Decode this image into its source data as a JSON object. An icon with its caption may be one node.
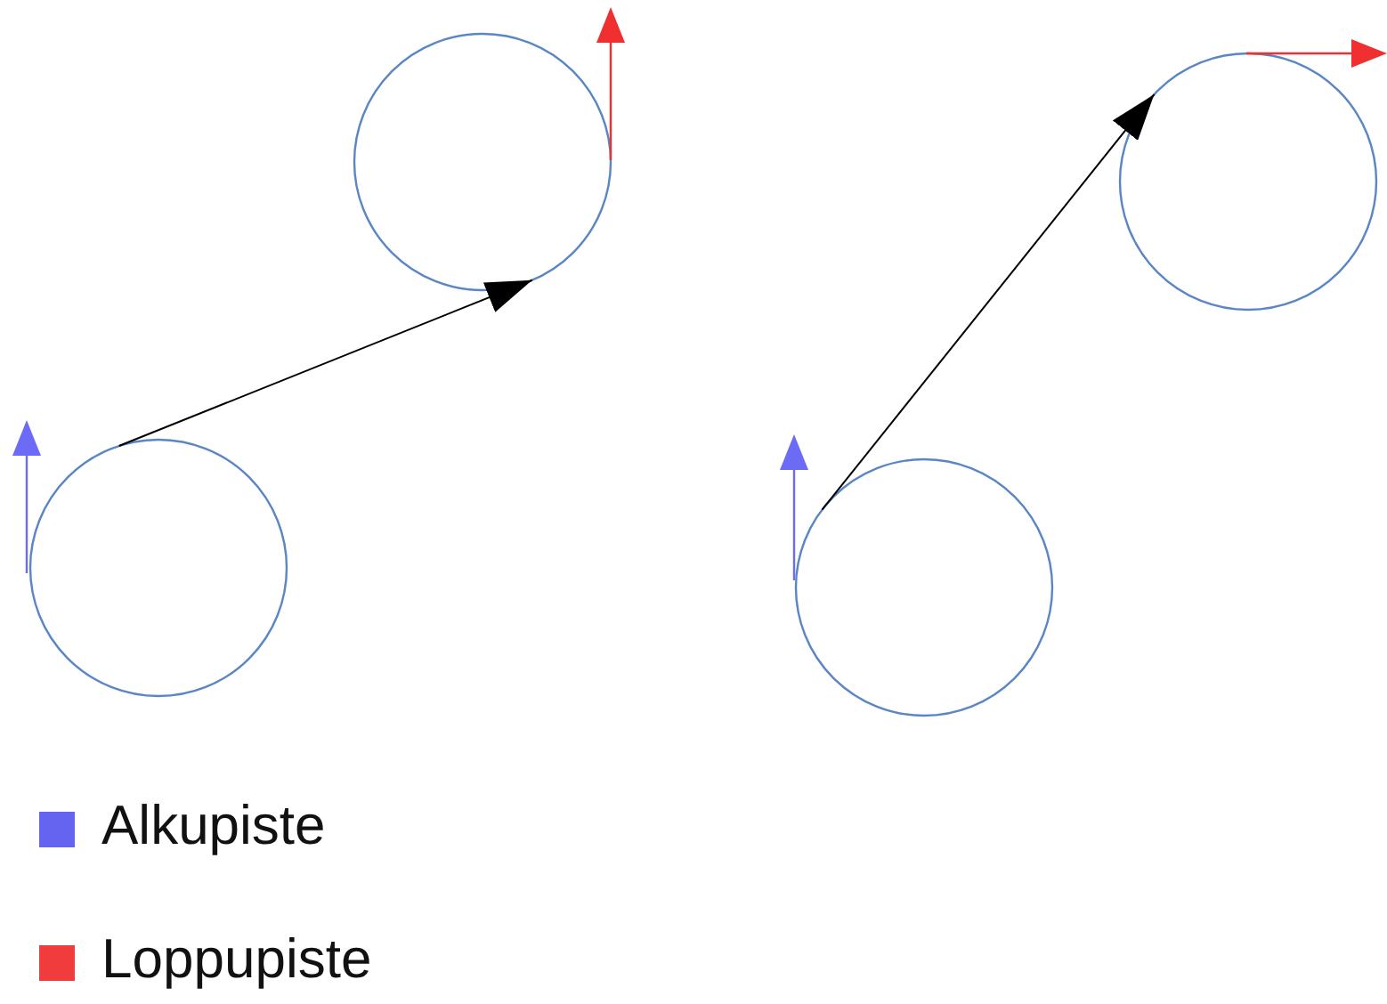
{
  "diagram": {
    "nodes": [
      {
        "text": [],
        "shape": "circle"
      },
      {
        "text": [],
        "shape": "circle"
      },
      {
        "text": [],
        "shape": "circle"
      },
      {
        "text": [],
        "shape": "circle"
      }
    ],
    "edges": [
      {
        "from": 0,
        "to": 1,
        "arrow": "to"
      },
      {
        "from": 2,
        "to": 3,
        "arrow": "to"
      }
    ],
    "legend": [
      {
        "text": "Alkupiste",
        "color": "#6464f0"
      },
      {
        "text": "Loppupiste",
        "color": "#f03c3c"
      }
    ]
  }
}
